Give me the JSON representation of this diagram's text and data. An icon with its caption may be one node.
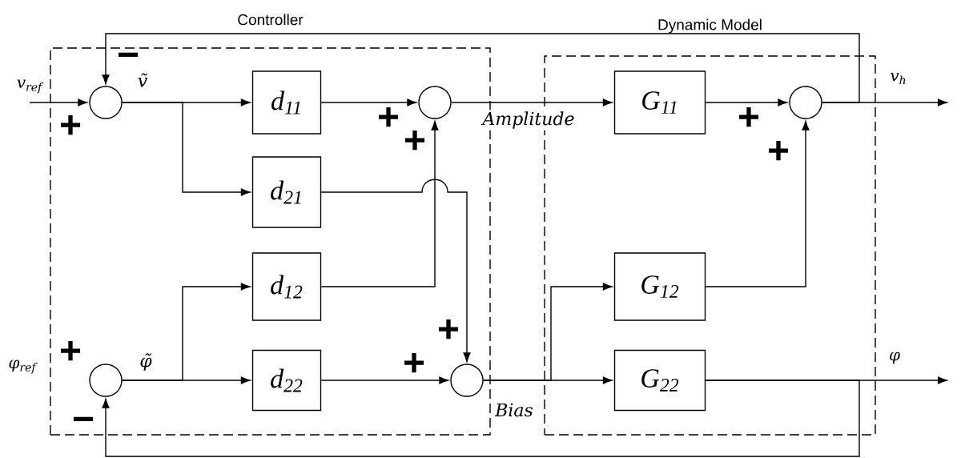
{
  "diagram": {
    "nodes": [
      {
        "text": [
          "Controller"
        ]
      },
      {
        "text": [
          "Dynamic Model"
        ]
      },
      {
        "text": [],
        "shape": "circle",
        "in": 0
      },
      {
        "text": [
          "d$_{11}$"
        ],
        "in": 0
      },
      {
        "text": [],
        "shape": "circle",
        "in": 0
      },
      {
        "text": [
          "d$_{21}$"
        ],
        "in": 0
      },
      {
        "text": [
          "d$_{12}$"
        ],
        "in": 0
      },
      {
        "text": [],
        "shape": "circle",
        "in": 0
      },
      {
        "text": [
          "d$_{22}$"
        ],
        "in": 0
      },
      {
        "text": [],
        "shape": "circle",
        "in": 0
      },
      {
        "text": [
          "G$_{11}$"
        ],
        "in": 1
      },
      {
        "text": [],
        "shape": "circle",
        "in": 1
      },
      {
        "text": [
          "G$_{12}$"
        ],
        "in": 1
      },
      {
        "text": [
          "G$_{22}$"
        ],
        "in": 1
      }
    ],
    "edges": [
      {
        "from": null,
        "to": 2,
        "arrow": "to"
      },
      {
        "from": 2,
        "to": 3,
        "arrow": "to",
        "label": "ṽ"
      },
      {
        "from": 2,
        "to": 5,
        "arrow": "to"
      },
      {
        "from": 3,
        "to": 4,
        "arrow": "to"
      },
      {
        "from": 5,
        "to": 9,
        "arrow": "to"
      },
      {
        "from": 7,
        "to": 6,
        "arrow": "to"
      },
      {
        "from": 7,
        "to": 8,
        "arrow": "to",
        "label": "φ̃"
      },
      {
        "from": 6,
        "to": 4,
        "arrow": "to"
      },
      {
        "from": 8,
        "to": 9,
        "arrow": "to"
      },
      {
        "from": 4,
        "to": 10,
        "arrow": "to",
        "label": "Amplitude"
      },
      {
        "from": 9,
        "to": 13,
        "arrow": "to",
        "label": "Bias"
      },
      {
        "from": 9,
        "to": 12,
        "arrow": "to"
      },
      {
        "from": 10,
        "to": 11,
        "arrow": "to"
      },
      {
        "from": 12,
        "to": 11,
        "arrow": "to"
      },
      {
        "from": 11,
        "to": null,
        "arrow": "to"
      },
      {
        "from": 13,
        "to": null,
        "arrow": "to"
      },
      {
        "from": 11,
        "to": 2,
        "arrow": "to"
      },
      {
        "from": 13,
        "to": 7,
        "arrow": "to"
      }
    ],
    "labels": [
      "−",
      "v$_{ref}$",
      "+",
      "+",
      "+",
      "+",
      "v$_{h}$",
      "+",
      "+",
      "+",
      "φ$_{ref}$",
      "+",
      "φ",
      "−"
    ]
  }
}
